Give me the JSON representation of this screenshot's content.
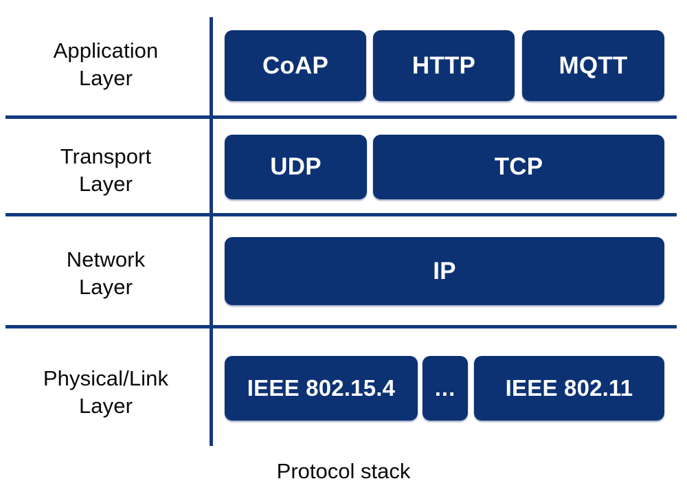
{
  "figure": {
    "caption": "Protocol stack",
    "accent_color": "#0c3274",
    "rule_color": "#123a7e",
    "text_color": "#0a0a0a",
    "box_text_color": "#ffffff"
  },
  "layers": [
    {
      "label_line1": "Application",
      "label_line2": "Layer",
      "protocols": [
        "CoAP",
        "HTTP",
        "MQTT"
      ]
    },
    {
      "label_line1": "Transport",
      "label_line2": "Layer",
      "protocols": [
        "UDP",
        "TCP"
      ]
    },
    {
      "label_line1": "Network",
      "label_line2": "Layer",
      "protocols": [
        "IP"
      ]
    },
    {
      "label_line1": "Physical/Link",
      "label_line2": "Layer",
      "protocols": [
        "IEEE 802.15.4",
        "...",
        "IEEE 802.11"
      ]
    }
  ]
}
